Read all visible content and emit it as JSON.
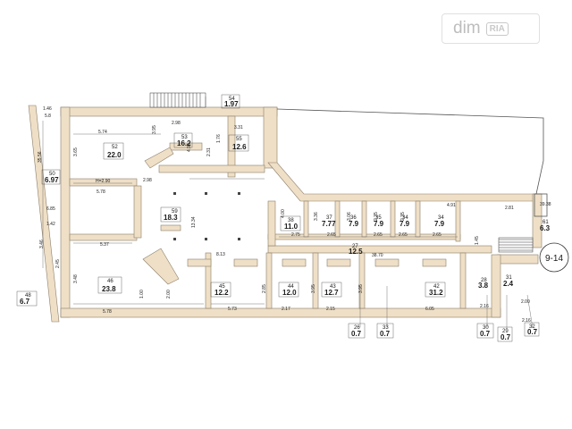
{
  "watermark": {
    "text": "dim",
    "badge": "RIA"
  },
  "plan_label": "9-14",
  "colors": {
    "wall": "#eedfc6",
    "wall_edge": "#8d7f6b",
    "line": "#555555",
    "accent": "#e8efe0"
  },
  "rooms": [
    {
      "num": "52",
      "area": "22.0"
    },
    {
      "num": "53",
      "area": "16.2"
    },
    {
      "num": "54",
      "area": "1.97"
    },
    {
      "num": "55",
      "area": "12.6"
    },
    {
      "num": "59",
      "area": "18.3"
    },
    {
      "num": "50",
      "area": "6.97"
    },
    {
      "num": "38",
      "area": "11.0"
    },
    {
      "num": "37",
      "area": "7.77"
    },
    {
      "num": "36",
      "area": "7.9"
    },
    {
      "num": "35",
      "area": "7.9"
    },
    {
      "num": "34",
      "area": "7.9"
    },
    {
      "num": "61",
      "area": "6.3"
    },
    {
      "num": "46",
      "area": "23.8"
    },
    {
      "num": "45",
      "area": "12.2"
    },
    {
      "num": "44",
      "area": "12.0"
    },
    {
      "num": "43",
      "area": "12.7"
    },
    {
      "num": "42",
      "area": "31.2"
    },
    {
      "num": "48",
      "area": "6.7"
    },
    {
      "num": "27",
      "area": "12.5"
    },
    {
      "num": "26",
      "area": "0.7"
    },
    {
      "num": "33",
      "area": "0.7"
    },
    {
      "num": "30",
      "area": "0.7"
    },
    {
      "num": "29",
      "area": "0.7"
    },
    {
      "num": "32",
      "area": "0.7"
    },
    {
      "num": "31",
      "area": "2.4"
    },
    {
      "num": "28",
      "area": "3.8"
    }
  ],
  "dims": [
    "1.46",
    "5.8",
    "35.56",
    "6.85",
    "1.42",
    "3.46",
    "2.45",
    "3.48",
    "3.65",
    "5.74",
    "2.98",
    "H=2.90",
    "5.78",
    "5.37",
    "1.00",
    "2.00",
    "5.78",
    "5.73",
    "2.17",
    "2.15",
    "6.05",
    "2.16",
    "2.16",
    "2.98",
    "3.95",
    "4.95",
    "2.31",
    "1.76",
    "3.31",
    "8.13",
    "13.34",
    "4.00",
    "2.75",
    "2.65",
    "2.65",
    "2.65",
    "2.65",
    "3.36",
    "3.06",
    "2.35",
    "2.35",
    "4.91",
    "2.81",
    "39.38",
    "1.45",
    "38.70",
    "2.85",
    "3.95",
    "3.95",
    "2.00"
  ]
}
